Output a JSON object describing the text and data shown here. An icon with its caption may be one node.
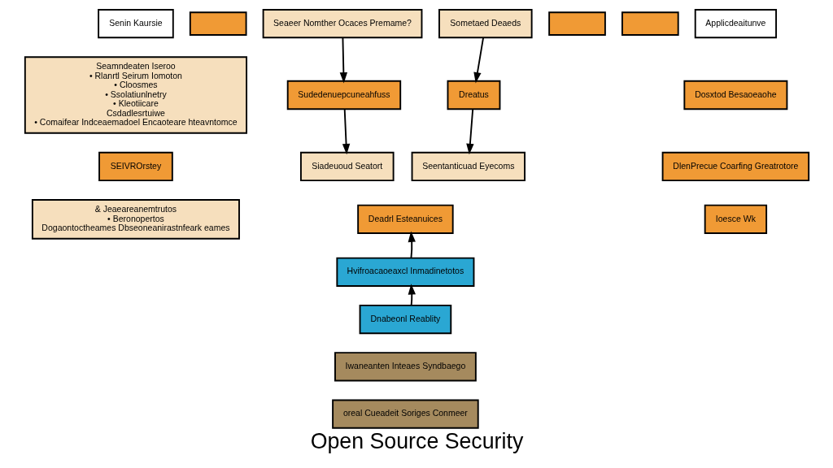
{
  "diagram": {
    "title": "Open Source Security",
    "nodes": [
      {
        "text": [
          "Senin Kaursie"
        ]
      },
      {
        "text": [],
        "shape": "bar"
      },
      {
        "text": [
          "Seaeer Nomther Ocaces Premame?"
        ]
      },
      {
        "text": [],
        "shape": "bar"
      },
      {
        "text": [
          "Sometaed Deaeds"
        ]
      },
      {
        "text": [],
        "shape": "bar"
      },
      {
        "text": [
          "Applicdeaitunve"
        ]
      },
      {
        "text": [
          "Seamndeaten Iseroo",
          "• Rlanrtl Seirum Iomoton",
          "• Cloosmes",
          "• Ssolatiunlnetry",
          "• Kleotiicare",
          "Csdadlesrtuiwe",
          "• Comaifear Indceaemadoel Encaoteare hteavntomce"
        ]
      },
      {
        "text": [
          "SEIVROrstey"
        ]
      },
      {
        "text": [
          "& Jeaeareanemtrutos",
          "• Beronopertos",
          "Dogaontoctheames Dbseoneanirastnfeark eames"
        ]
      },
      {
        "text": [
          "Sudedenuepcuneahfuss"
        ]
      },
      {
        "text": [
          "Dreatus"
        ]
      },
      {
        "text": [
          "Siadeuoud Seatort"
        ]
      },
      {
        "text": [
          "Seentanticuad Eyecoms"
        ]
      },
      {
        "text": [
          "Deadrl Esteanuices"
        ]
      },
      {
        "text": [
          "Hvifroacaoeaxcl Inmadinetotos"
        ]
      },
      {
        "text": [
          "Dnabeonl Reablity"
        ]
      },
      {
        "text": [
          "Iwaneanten Inteaes Syndbaego"
        ]
      },
      {
        "text": [
          "oreal Cueadeit Soriges Conmeer"
        ]
      },
      {
        "text": [
          "Dosxtod Besaoeaohe"
        ]
      },
      {
        "text": [
          "DlenPrecue Coarfing Greatrotore"
        ]
      },
      {
        "text": [
          "Ioesce Wk"
        ]
      }
    ],
    "edges": [
      {
        "from": 2,
        "to": 10,
        "arrow": "to"
      },
      {
        "from": 4,
        "to": 11,
        "arrow": "to"
      },
      {
        "from": 10,
        "to": 12,
        "arrow": "to"
      },
      {
        "from": 11,
        "to": 13,
        "arrow": "to"
      },
      {
        "from": 15,
        "to": 14,
        "arrow": "to"
      },
      {
        "from": 16,
        "to": 15,
        "arrow": "to"
      }
    ]
  }
}
